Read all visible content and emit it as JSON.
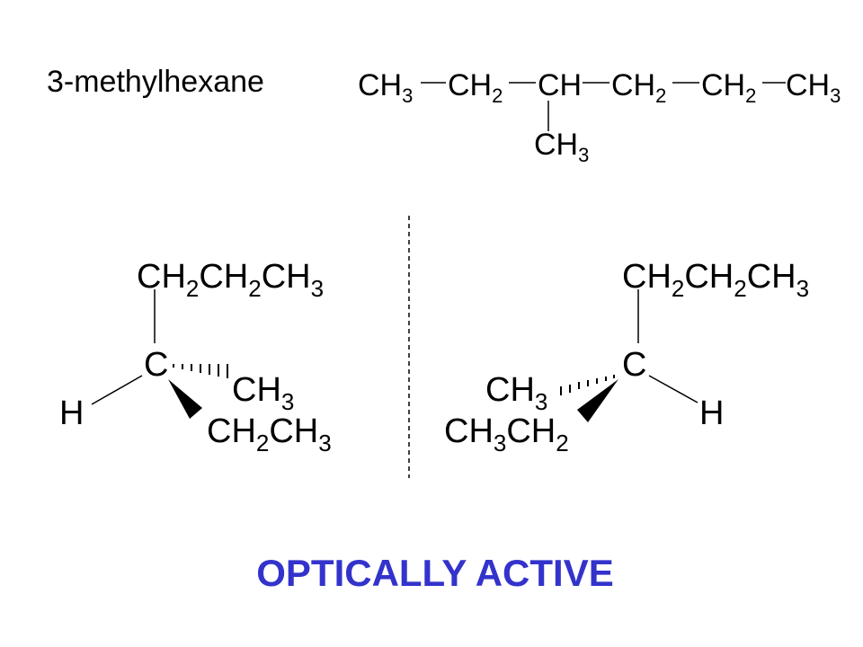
{
  "title": "3-methylhexane",
  "chain": [
    {
      "base": "CH",
      "sub": "3"
    },
    {
      "base": "CH",
      "sub": "2"
    },
    {
      "base": "CH",
      "sub": ""
    },
    {
      "base": "CH",
      "sub": "2"
    },
    {
      "base": "CH",
      "sub": "2"
    },
    {
      "base": "CH",
      "sub": "3"
    }
  ],
  "branch": {
    "base": "CH",
    "sub": "3"
  },
  "left_molecule": {
    "top_group": [
      {
        "t": "CH"
      },
      {
        "t": "2",
        "s": true
      },
      {
        "t": "CH"
      },
      {
        "t": "2",
        "s": true
      },
      {
        "t": "CH"
      },
      {
        "t": "3",
        "s": true
      }
    ],
    "center": "C",
    "hydrogen": "H",
    "methyl": [
      {
        "t": "CH"
      },
      {
        "t": "3",
        "s": true
      }
    ],
    "ethyl": [
      {
        "t": "CH"
      },
      {
        "t": "2",
        "s": true
      },
      {
        "t": "CH"
      },
      {
        "t": "3",
        "s": true
      }
    ]
  },
  "right_molecule": {
    "top_group": [
      {
        "t": "CH"
      },
      {
        "t": "2",
        "s": true
      },
      {
        "t": "CH"
      },
      {
        "t": "2",
        "s": true
      },
      {
        "t": "CH"
      },
      {
        "t": "3",
        "s": true
      }
    ],
    "center": "C",
    "hydrogen": "H",
    "methyl": [
      {
        "t": "CH"
      },
      {
        "t": "3",
        "s": true
      }
    ],
    "ethyl": [
      {
        "t": "CH"
      },
      {
        "t": "3",
        "s": true
      },
      {
        "t": "CH"
      },
      {
        "t": "2",
        "s": true
      }
    ]
  },
  "footer": "OPTICALLY ACTIVE",
  "colors": {
    "footer": "#3333cc",
    "text": "#000000"
  }
}
